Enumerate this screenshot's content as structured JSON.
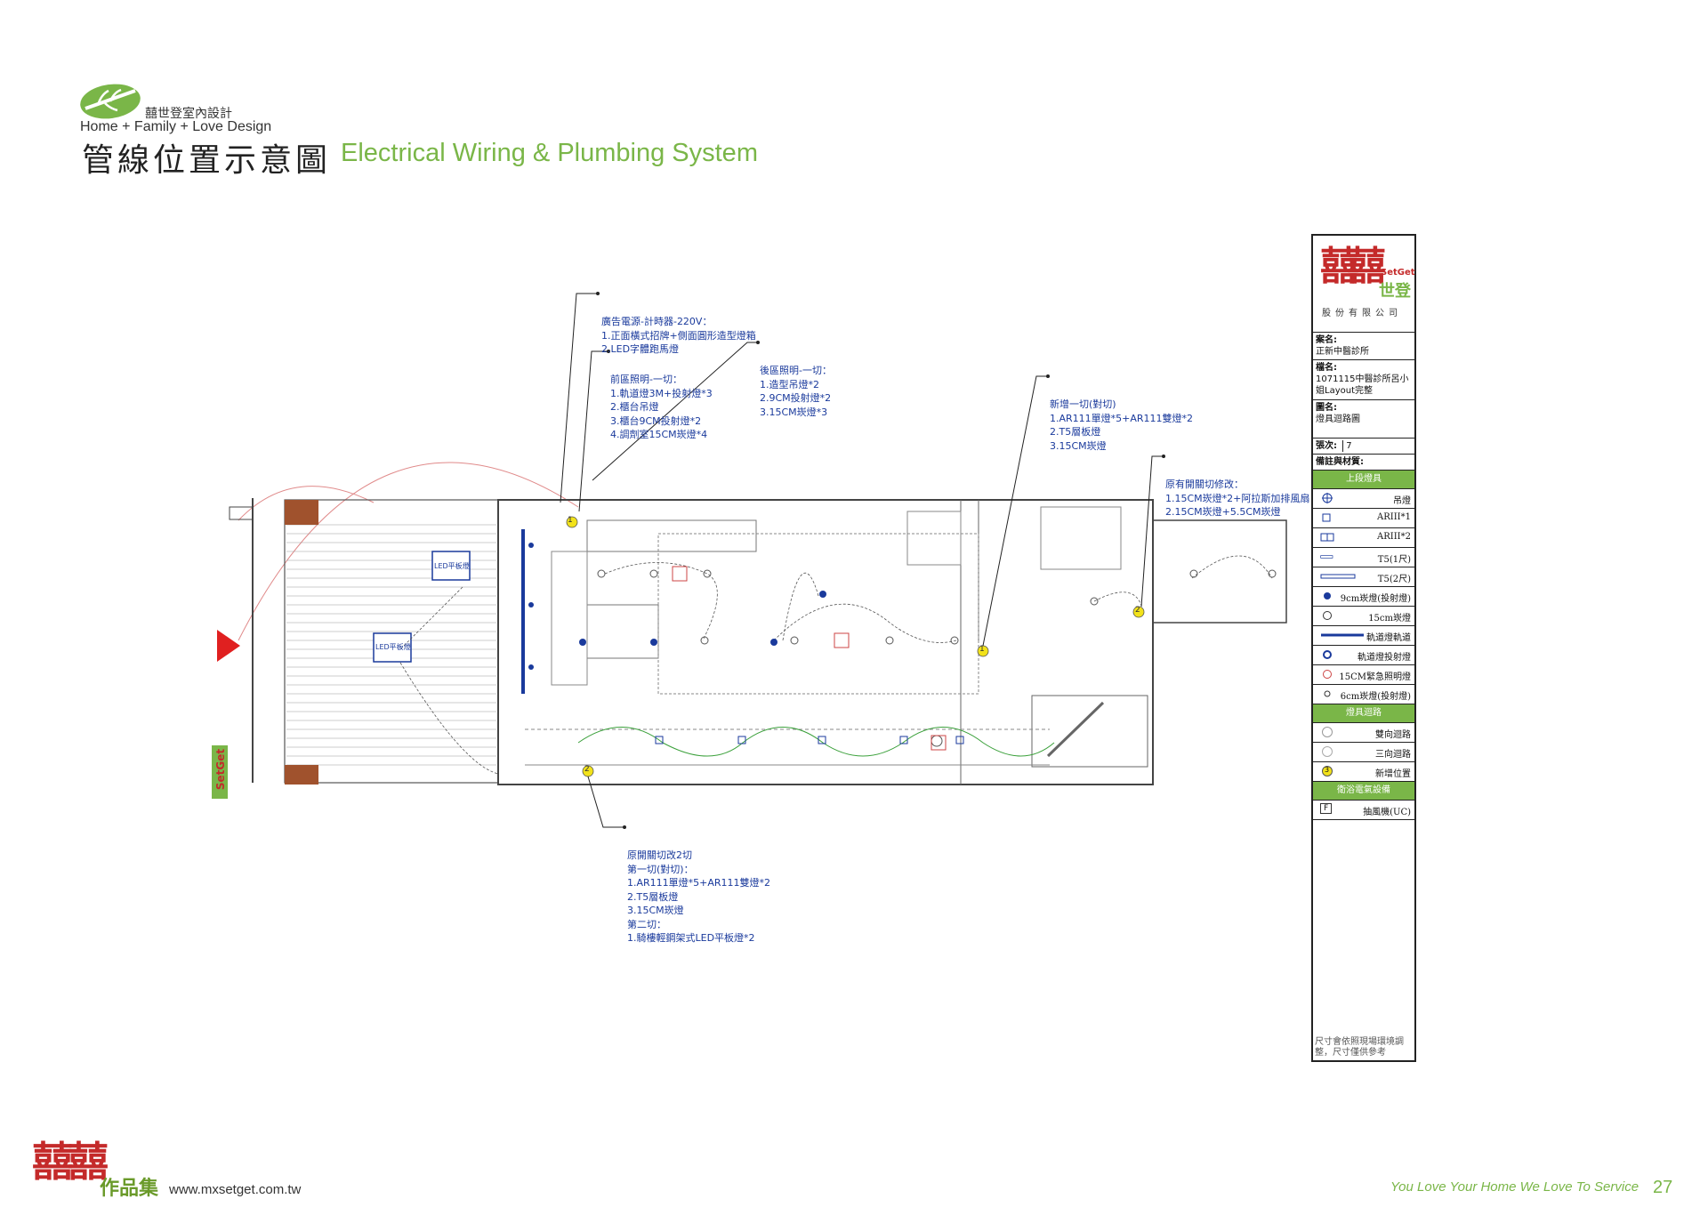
{
  "brand": {
    "name_cn": "囍世登室內設計",
    "name_en": "Home + Family + Love Design"
  },
  "title": {
    "cn": "管線位置示意圖",
    "en": "Electrical Wiring & Plumbing System"
  },
  "annotations": {
    "ad_power": [
      "廣告電源-計時器-220V：",
      "1.正面橫式招牌+側面圓形造型燈箱",
      "2.LED字體跑馬燈"
    ],
    "front_lighting": [
      "前區照明-一切：",
      "1.軌道燈3M+投射燈*3",
      "2.櫃台吊燈",
      "3.櫃台9CM投射燈*2",
      "4.調劑室15CM崁燈*4"
    ],
    "rear_lighting": [
      "後區照明-一切：",
      "1.造型吊燈*2",
      "2.9CM投射燈*2",
      "3.15CM崁燈*3"
    ],
    "new_switch": [
      "新增一切(對切)",
      "1.AR111單燈*5+AR111雙燈*2",
      "2.T5層板燈",
      "3.15CM崁燈"
    ],
    "original_switch": [
      "原有開關切修改：",
      "1.15CM崁燈*2+阿拉斯加排風扇",
      "2.15CM崁燈+5.5CM崁燈"
    ],
    "bottom_switch": [
      "原開關切改2切",
      "第一切(對切)：",
      "1.AR111單燈*5+AR111雙燈*2",
      "2.T5層板燈",
      "3.15CM崁燈",
      "第二切：",
      "1.騎樓輕鋼架式LED平板燈*2"
    ],
    "led_panel_1": "LED平板燈",
    "led_panel_2": "LED平板燈",
    "sign_vertical": "SetGet",
    "marker_labels": [
      "1",
      "1",
      "2",
      "2",
      "3"
    ]
  },
  "panel": {
    "logo_text_en": "SetGet",
    "logo_text_cn": "世登",
    "logo_xi": "囍",
    "company": "股份有限公司",
    "fields": [
      {
        "label": "案名:",
        "value": "正新中醫診所"
      },
      {
        "label": "檔名:",
        "value": "1071115中醫診所呂小姐Layout完整"
      },
      {
        "label": "圖名:",
        "value": "燈具迴路圖"
      },
      {
        "label": "張次:",
        "value": "7"
      },
      {
        "label": "備註與材質:",
        "value": ""
      }
    ],
    "section_fixtures": "上段燈具",
    "fixtures": [
      "吊燈",
      "ARIII*1",
      "ARIII*2",
      "T5(1尺)",
      "T5(2尺)",
      "9cm崁燈(投射燈)",
      "15cm崁燈",
      "軌道燈軌道",
      "軌道燈投射燈",
      "15CM緊急照明燈",
      "6cm崁燈(投射燈)"
    ],
    "section_circuits": "燈具迴路",
    "circuits": [
      "雙向迴路",
      "三向迴路",
      "新增位置"
    ],
    "circuit_marker": "3",
    "section_appliances": "衛浴電氣設備",
    "appliances": [
      "抽風機(UC)"
    ],
    "appliance_symbol": "F",
    "disclaimer": "尺寸會依照現場環境調整，尺寸僅供參考"
  },
  "footer": {
    "logo_xi": "囍囍",
    "works": "作品集",
    "url": "www.mxsetget.com.tw",
    "slogan": "You Love Your Home We Love To Service",
    "page": "27"
  },
  "colors": {
    "accent_green": "#7ab648",
    "annotation_blue": "#1a3a9c",
    "logo_red": "#c42a2a",
    "marker_yellow": "#f2e21a"
  }
}
